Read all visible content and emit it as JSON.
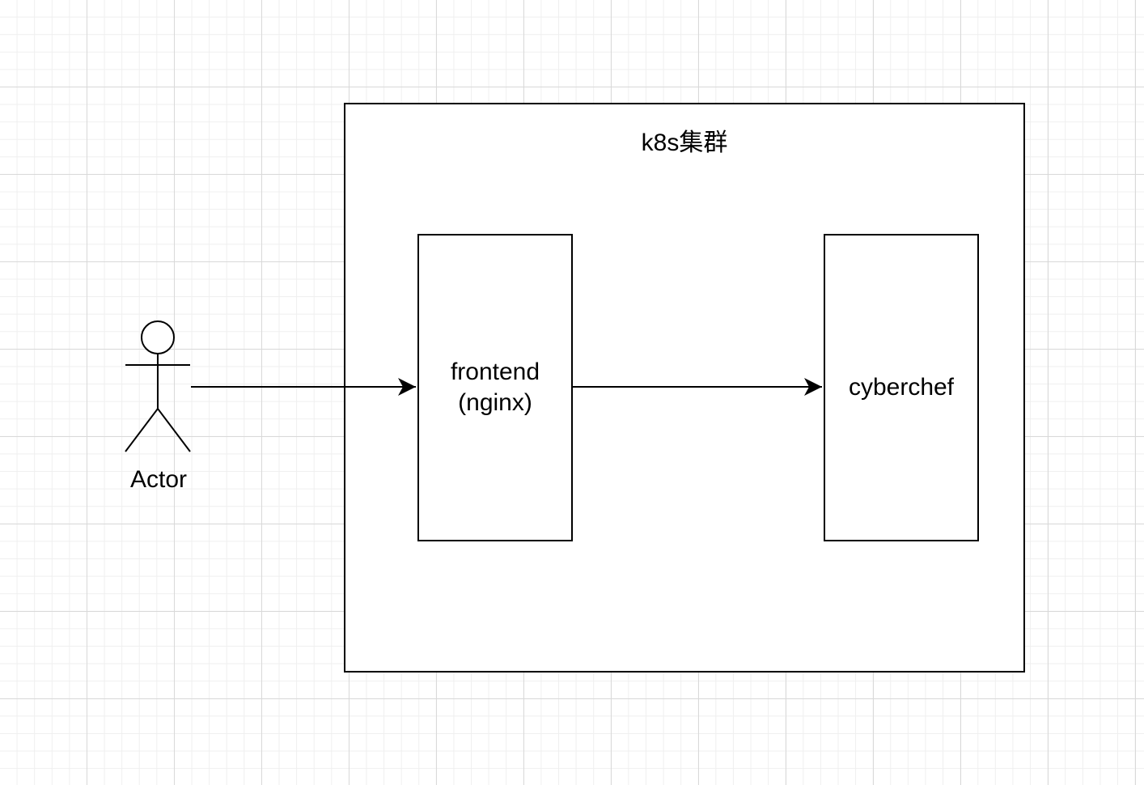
{
  "diagram": {
    "cluster": {
      "label": "k8s集群"
    },
    "actor": {
      "label": "Actor"
    },
    "nodes": [
      {
        "id": "frontend",
        "label": "frontend\n(nginx)"
      },
      {
        "id": "cyberchef",
        "label": "cyberchef"
      }
    ],
    "edges": [
      {
        "from": "actor",
        "to": "frontend"
      },
      {
        "from": "frontend",
        "to": "cyberchef"
      }
    ],
    "colors": {
      "stroke": "#000000",
      "fill": "#ffffff"
    }
  }
}
